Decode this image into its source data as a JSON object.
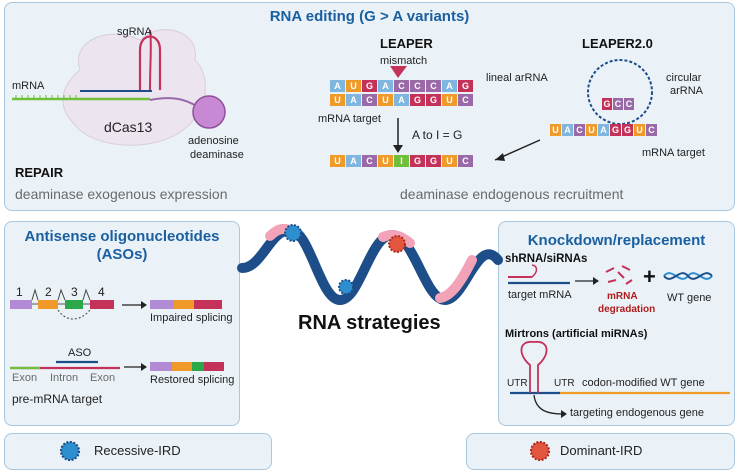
{
  "top_panel": {
    "title": "RNA editing (G > A variants)",
    "repair": {
      "sgrna": "sgRNA",
      "mrna": "mRNA",
      "dcas13": "dCas13",
      "adenosine": "adenosine",
      "deaminase": "deaminase",
      "heading": "REPAIR",
      "caption": "deaminase exogenous expression"
    },
    "leaper": {
      "heading": "LEAPER",
      "mismatch": "mismatch",
      "lineal": "lineal arRNA",
      "mrna_target": "mRNA target",
      "conversion": "A to I = G",
      "caption": "deaminase endogenous recruitment",
      "top_strand": [
        "A",
        "U",
        "G",
        "A",
        "C",
        "C",
        "C",
        "A",
        "G"
      ],
      "mid_strand": [
        "U",
        "A",
        "C",
        "U",
        "A",
        "G",
        "G",
        "U",
        "C"
      ],
      "result_strand": [
        "U",
        "A",
        "C",
        "U",
        "I",
        "G",
        "G",
        "U",
        "C"
      ]
    },
    "leaper2": {
      "heading": "LEAPER2.0",
      "circular": "circular",
      "arrna": "arRNA",
      "mrna_target": "mRNA target",
      "target_strand": [
        "U",
        "A",
        "C",
        "U",
        "A",
        "G",
        "G",
        "U",
        "C"
      ],
      "loop_letters": [
        "G",
        "C",
        "C"
      ]
    }
  },
  "aso_panel": {
    "title_line1": "Antisense oligonucleotides",
    "title_line2": "(ASOs)",
    "exon_numbers": [
      "1",
      "2",
      "3",
      "4"
    ],
    "impaired": "Impaired splicing",
    "aso": "ASO",
    "exon_left": "Exon",
    "intron": "Intron",
    "exon_right": "Exon",
    "restored": "Restored splicing",
    "pre_mrna": "pre-mRNA target"
  },
  "center": {
    "title": "RNA strategies"
  },
  "kd_panel": {
    "title": "Knockdown/replacement",
    "shrna": "shRNA/siRNAs",
    "target_mrna": "target mRNA",
    "mrna": "mRNA",
    "degradation": "degradation",
    "plus": "+",
    "wt_gene": "WT gene",
    "mirtrons": "Mirtrons (artificial miRNAs)",
    "utr_left": "UTR",
    "utr_right": "UTR",
    "codon": "codon-modified WT gene",
    "targeting": "targeting endogenous gene"
  },
  "legend": {
    "recessive": "Recessive-IRD",
    "dominant": "Dominant-IRD"
  },
  "colors": {
    "panel_bg": "#eaf2f8",
    "panel_border": "#a9c7de",
    "title_blue": "#1a5fa0",
    "wave_navy": "#1d4e89",
    "wave_pink": "#f3a3b7",
    "recessive_icon": "#2e8fd0",
    "dominant_icon": "#e2553f"
  }
}
